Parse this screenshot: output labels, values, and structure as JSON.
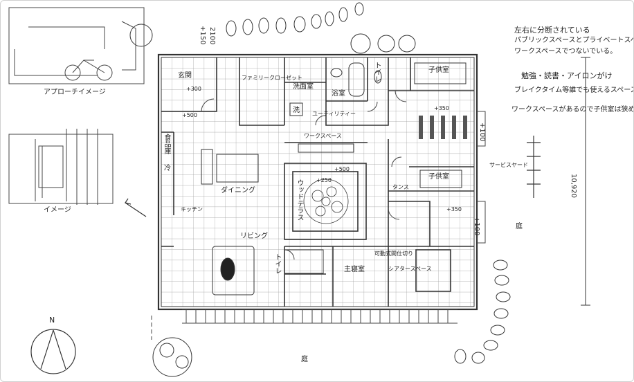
{
  "notes": {
    "line1": "左右に分断されている",
    "line2": "パブリックスペースとプライベートスペースを",
    "line3": "ワークスペースでつないでいる。",
    "line4": "勉強・読書・アイロンがけ",
    "line5": "ブレイクタイム等誰でも使えるスペース。",
    "line6": "ワークスペースがあるので子供室は狭め。"
  },
  "images": {
    "approach": "アプローチイメージ",
    "image": "イメージ"
  },
  "rooms": {
    "genkan": "玄関",
    "family_closet": "ファミリークローゼット",
    "senmen": "洗面室",
    "yokushitsu": "浴室",
    "toilet1": "トイレ",
    "child1": "子供室",
    "sen": "洗",
    "utility": "ユーティリティー",
    "workspace": "ワークスペース",
    "shokuhin": "食品庫",
    "rei": "冷",
    "dining": "ダイニング",
    "kitchen": "キッチン",
    "living": "リビング",
    "terrace": "ウッドテラス",
    "child2": "子供室",
    "tansu": "タンス",
    "service_yard": "サービスヤード",
    "partition": "可動式間仕切り",
    "toilet2": "トイレ",
    "master": "主寝室",
    "theater": "シアタースペース",
    "niwa_right": "庭",
    "niwa_bottom": "庭",
    "north": "N"
  },
  "dims": {
    "overall": "10,920",
    "d300": "+300",
    "d500a": "+500",
    "d500b": "+500",
    "d250": "+250",
    "d350a": "+350",
    "d350b": "+350",
    "d100a": "+100",
    "d100b": "+100",
    "d150": "+150",
    "d2100": "2100"
  }
}
